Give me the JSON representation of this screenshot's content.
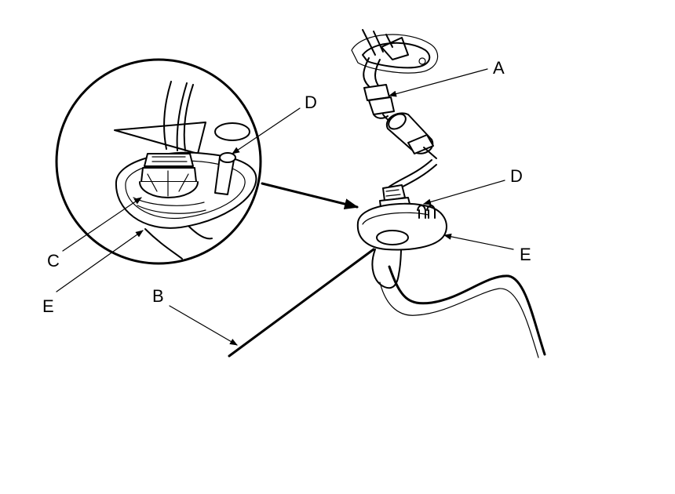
{
  "callouts": {
    "a": "A",
    "b": "B",
    "c": "C",
    "d_detail": "D",
    "d_main": "D",
    "e_detail": "E",
    "e_main": "E"
  },
  "colors": {
    "ink": "#000000",
    "background": "#ffffff"
  }
}
